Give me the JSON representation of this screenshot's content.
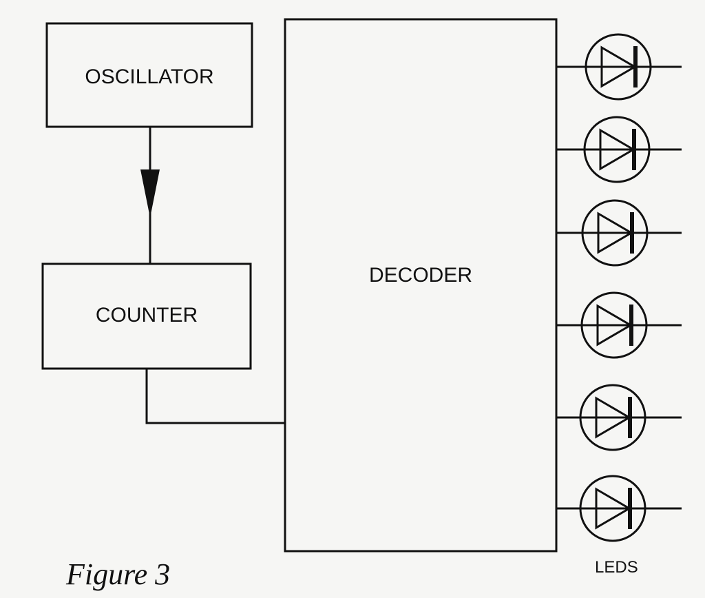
{
  "blocks": {
    "oscillator": "OSCILLATOR",
    "counter": "COUNTER",
    "decoder": "DECODER"
  },
  "leds_label": "LEDS",
  "caption": "Figure 3",
  "led_count": 6,
  "colors": {
    "ink": "#111111",
    "paper": "#f6f6f4"
  }
}
